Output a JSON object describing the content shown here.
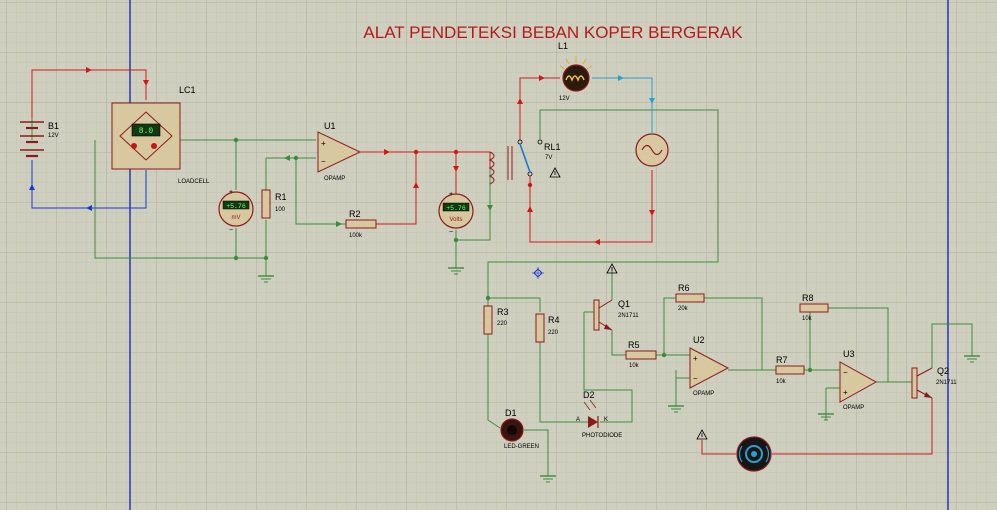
{
  "title": "ALAT PENDETEKSI BEBAN KOPER BERGERAK",
  "colors": {
    "background": "#cfcfbf",
    "grid": "#b7b7a6",
    "wire": "#3c8c3c",
    "wire_red": "#d01818",
    "wire_blue": "#1a3ad0",
    "wire_cyan": "#2aa0d0",
    "component": "#8b1b1b",
    "component_fill": "#d8c8a0",
    "title": "#b31b1b",
    "page_border": "#1c2bb0"
  },
  "components": {
    "battery": {
      "ref": "B1",
      "value": "12V"
    },
    "loadcell": {
      "ref": "LC1",
      "value": "LOADCELL",
      "display": "8.0"
    },
    "mv_meter": {
      "reading": "+5.76",
      "unit": "mV"
    },
    "r1": {
      "ref": "R1",
      "value": "100"
    },
    "u1": {
      "ref": "U1",
      "value": "OPAMP"
    },
    "r2": {
      "ref": "R2",
      "value": "100k"
    },
    "volt_meter": {
      "reading": "+5.76",
      "unit": "Volts"
    },
    "relay": {
      "ref": "RL1",
      "value": "7V"
    },
    "lamp": {
      "ref": "L1",
      "value": "12V"
    },
    "r3": {
      "ref": "R3",
      "value": "220"
    },
    "r4": {
      "ref": "R4",
      "value": "220"
    },
    "d1": {
      "ref": "D1",
      "value": "LED-GREEN"
    },
    "q1": {
      "ref": "Q1",
      "value": "2N1711"
    },
    "d2": {
      "ref": "D2",
      "value": "PHOTODIODE",
      "pin_a": "A",
      "pin_k": "K"
    },
    "r5": {
      "ref": "R5",
      "value": "10k"
    },
    "r6": {
      "ref": "R6",
      "value": "20k"
    },
    "u2": {
      "ref": "U2",
      "value": "OPAMP"
    },
    "r7": {
      "ref": "R7",
      "value": "10k"
    },
    "r8": {
      "ref": "R8",
      "value": "10k"
    },
    "u3": {
      "ref": "U3",
      "value": "OPAMP"
    },
    "q2": {
      "ref": "Q2",
      "value": "2N1711"
    }
  }
}
